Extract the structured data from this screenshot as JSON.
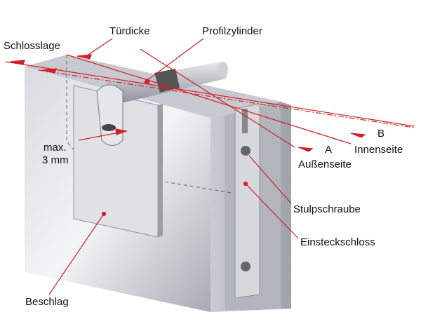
{
  "labels": {
    "schlosslage": "Schlosslage",
    "tuerdicke": "Türdicke",
    "profilzylinder": "Profilzylinder",
    "max": "max.",
    "mm": "3 mm",
    "a": "A",
    "b": "B",
    "aussenseite": "Außenseite",
    "innenseite": "Innenseite",
    "stulpschraube": "Stulpschraube",
    "einsteckschloss": "Einsteckschloss",
    "beschlag": "Beschlag"
  },
  "colors": {
    "accent": "#d0202a",
    "metal": "#b9bcc4"
  }
}
